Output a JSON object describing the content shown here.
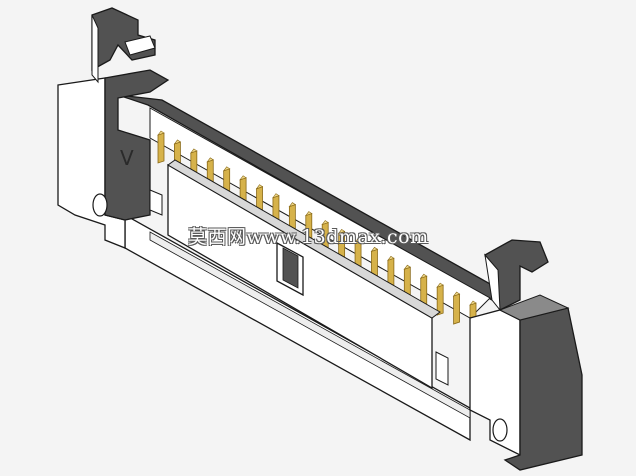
{
  "model": {
    "colors": {
      "background": "#f4f4f4",
      "body_light": "#ffffff",
      "body_dark": "#525252",
      "body_mid": "#8a8a8a",
      "outline": "#1a1a1a",
      "pin_gold": "#d6b24a",
      "pin_gold_dark": "#8a6a18"
    },
    "pin_count": 20,
    "pin1_marker": "V"
  },
  "watermark": {
    "text": "莫西网www.13dmax.com"
  }
}
